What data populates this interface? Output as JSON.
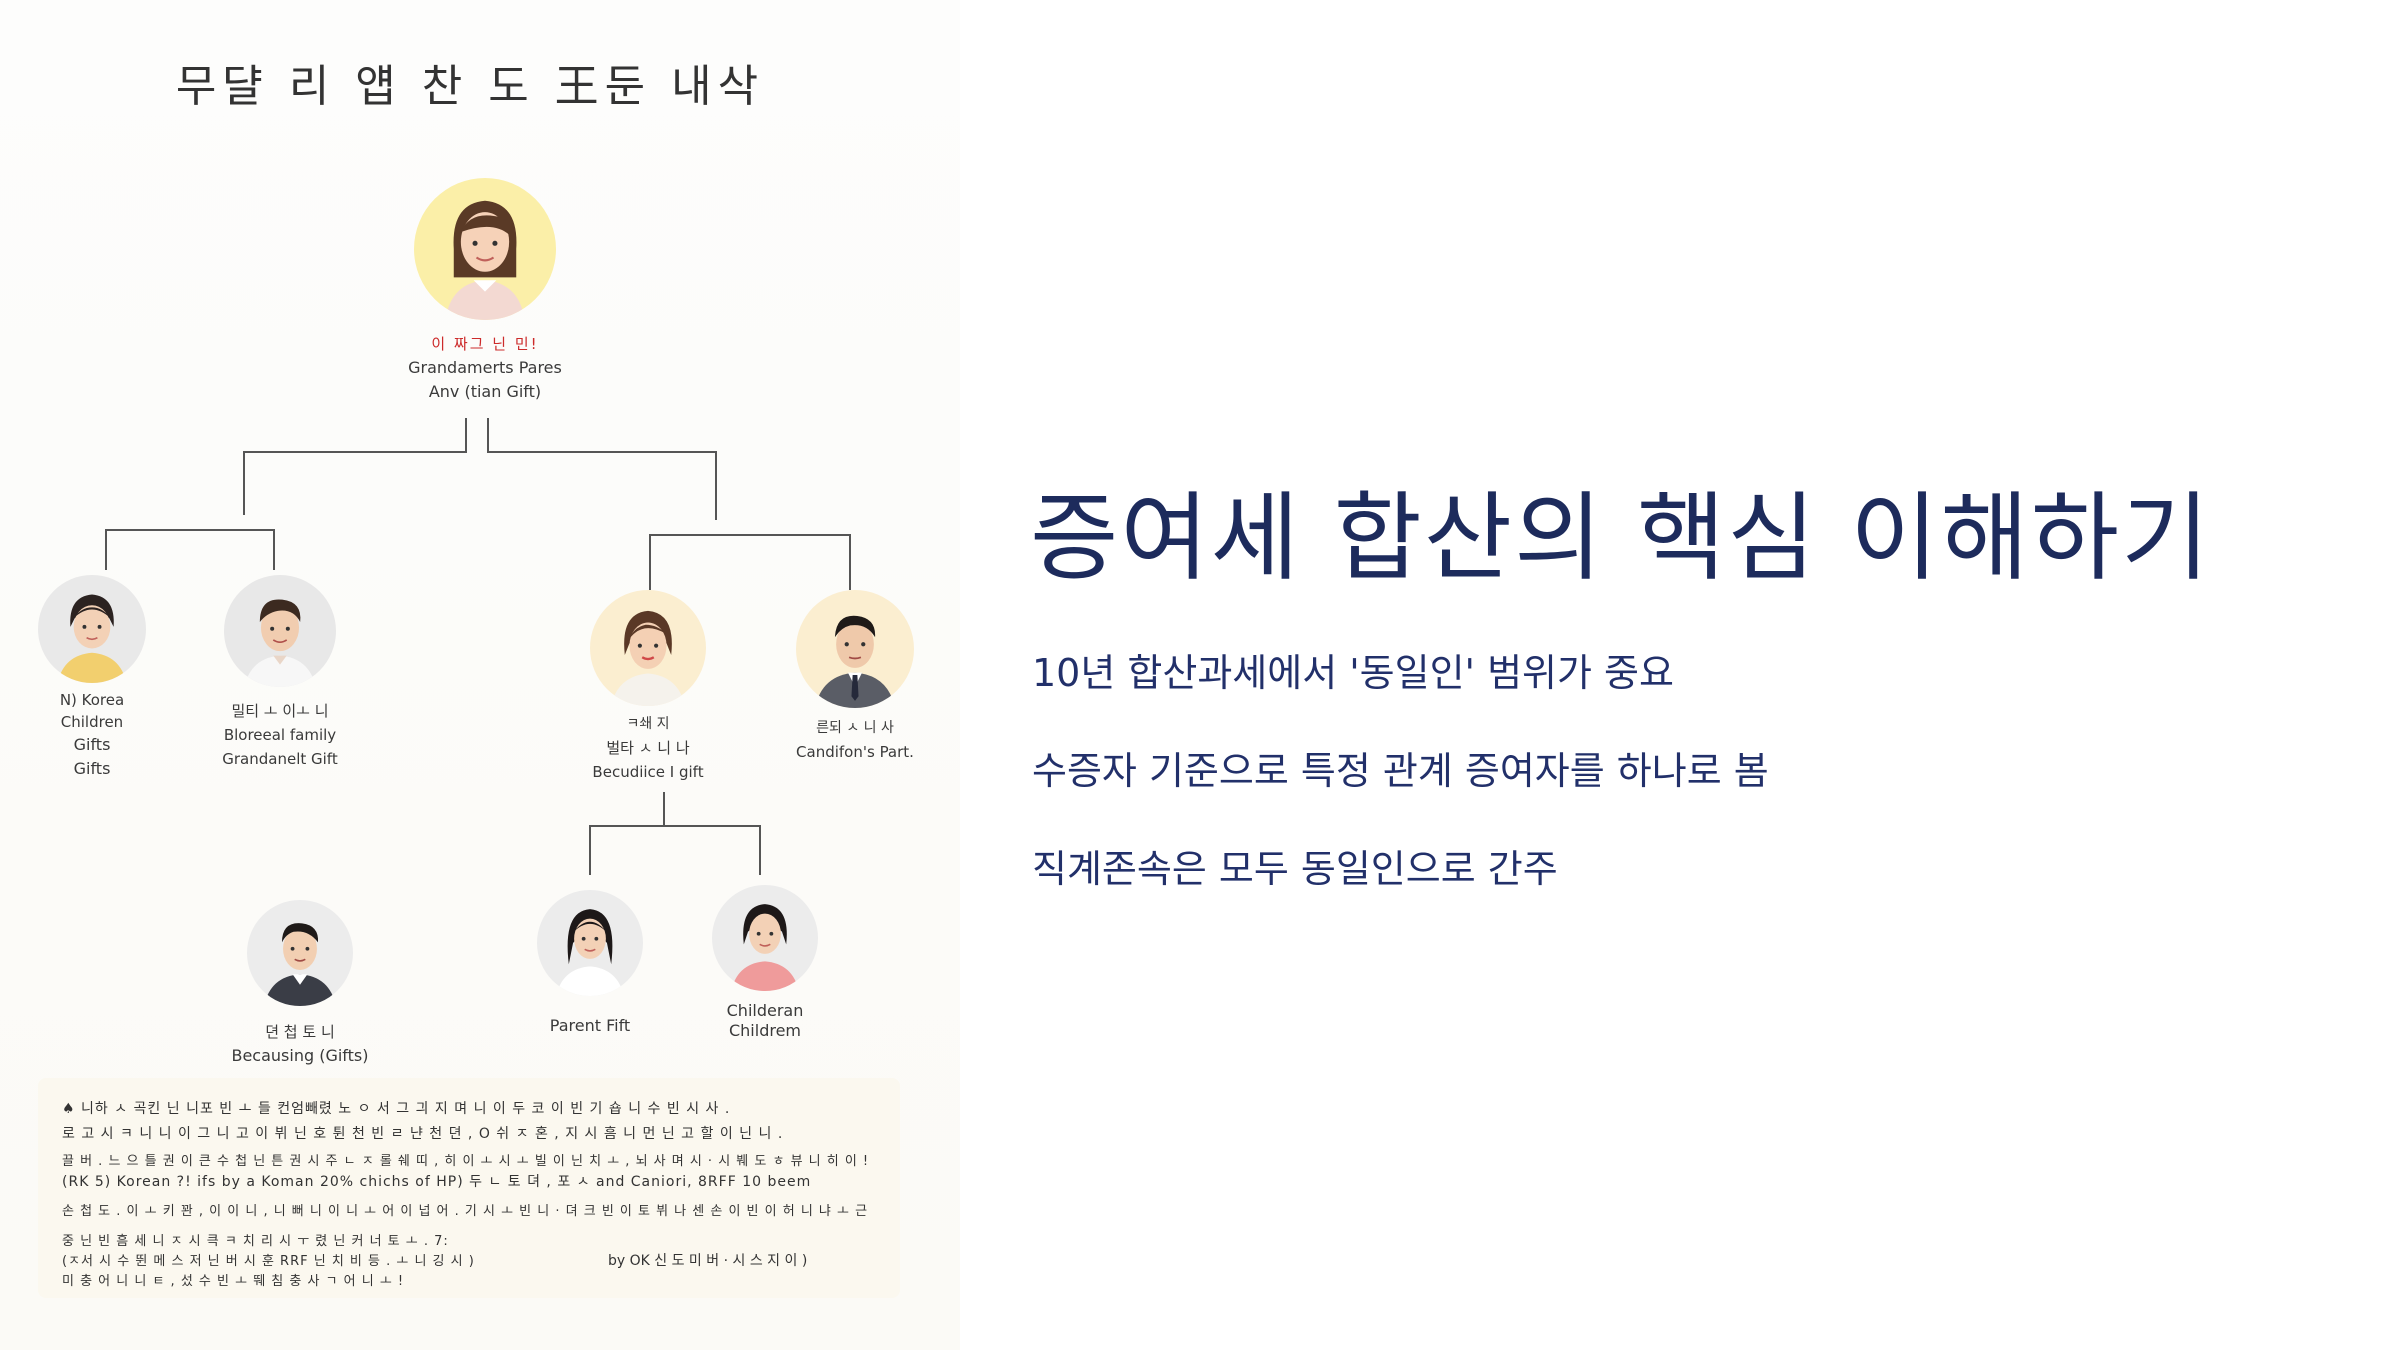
{
  "slide": {
    "title": "증여세 합산의 핵심 이해하기",
    "bullets": [
      "10년 합산과세에서 '동일인' 범위가 중요",
      "수증자 기준으로 특정 관계 증여자를 하나로 봄",
      "직계존속은 모두 동일인으로 간주"
    ]
  },
  "diagram": {
    "title": "무댤 리 얩 찬 도 王둔 내삭",
    "nodes": {
      "root": {
        "lines": [
          "이 짜그 닌 민!",
          "Grandamerts Pares",
          "Anv (tian Gift)"
        ]
      },
      "child1": {
        "lines": [
          "N) Korea",
          "Children",
          "Gifts",
          "Gifts"
        ]
      },
      "child2": {
        "lines": [
          "밀티 ㅗ 이ㅗ 니",
          "Bloreeal family",
          "Grandanelt Gift"
        ]
      },
      "child3": {
        "lines": [
          "ㅋ쇄 지",
          "벌타 ㅅ 니 나",
          "Becudiice I gift"
        ]
      },
      "child4": {
        "lines": [
          "른되 ㅅ 니 사",
          "Candifon's Part."
        ]
      },
      "gc1": {
        "lines": [
          "뎐 첩 토 니",
          "Becausing (Gifts)"
        ]
      },
      "gc2": {
        "lines": [
          "Parent Fift"
        ]
      },
      "gc3": {
        "lines": [
          "Childeran",
          "Childrem"
        ]
      }
    },
    "note": {
      "lines": [
        "♠ 니하 ㅅ 곡킨 닌 니포 빈 ㅗ 들 컨엄빼렸 노 ㅇ 서  그 긔 지 며  니 이 두 코 이 빈  기 숍  니 수  빈 시 사 .",
        "로 고 시  ㅋ  니 니  이 그  니 고 이  뷔 닌 호  튄 천 빈  ㄹ  냔 천 뎐 ,  O 쉬 ㅈ  혼 ,  지 시 흠  니 먼 닌  고  할  이  닌 니 .",
        "끌 버 .  느 으  틀  권 이 큰  수 첩 닌 튼   권 시 주  ㄴ  ㅈ 롤 쉐 띠 ,  히 이 ㅗ 시 ㅗ 빌  이 닌 치 ㅗ ,   뇌 사 며  시 ·  시  붸 도 ㅎ 뷰 니 히 이 !",
        "(RK 5) Korean ?! ifs  by a  Koman 20%  chichs of HP) 두  ㄴ 토 뎌 ,  포 ㅅ  and Caniori, 8RFF 10 beem",
        "손 첩 도 .  이  ㅗ 키 꽌 ,    이 이 니 ,  니  뻐  니 이 니  ㅗ 어 이  넙 어 .   기  시 ㅗ 빈 니 ·  뎌 크  빈 이 토   뷔 나 센 손 이 빈  이  허 니 냐  ㅗ 근",
        "중 닌  빈  흠  세 니 ㅈ  시 큭  ㅋ 치 리   시 ㅜ   렸 닌  커 너 토  ㅗ . 7:",
        "(ㅈ서  시 수  뛴 메 스 저  닌  버 시 훈   RRF  닌 치  비 등  . ㅗ 니 깅 시 )",
        "미 충 어  니 니 ㅌ ,   섰 수  빈   ㅗ   뛔 침  충 사 ㄱ 어 니 ㅗ   !"
      ],
      "signature": "by  OK 신 도 미  버 ·  시 스  지 이 )"
    }
  },
  "colors": {
    "title_navy": "#1d2b5c",
    "bullet_navy": "#22306a",
    "connector": "#555555",
    "red_label": "#cc2b2b"
  }
}
